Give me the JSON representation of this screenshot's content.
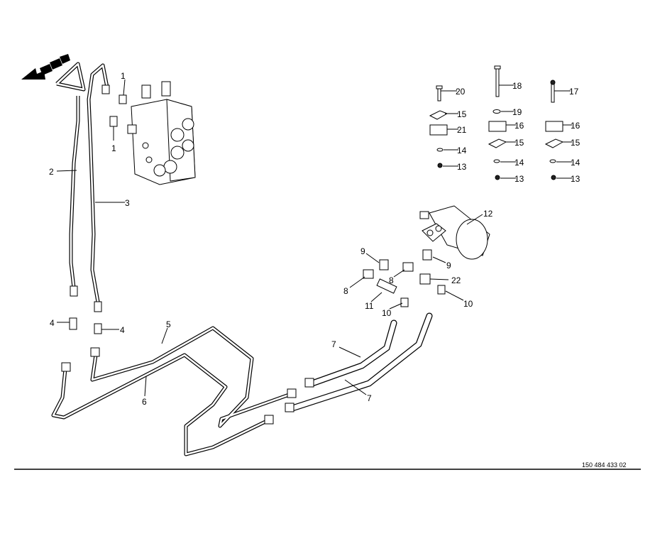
{
  "diagram": {
    "callouts": [
      "1",
      "1",
      "2",
      "3",
      "4",
      "4",
      "5",
      "6",
      "7",
      "7",
      "8",
      "8",
      "9",
      "9",
      "10",
      "10",
      "11",
      "22",
      "12",
      "20",
      "18",
      "17",
      "15",
      "19",
      "21",
      "16",
      "16",
      "15",
      "15",
      "14",
      "14",
      "14",
      "13",
      "13",
      "13"
    ],
    "drawing_number": "150 484 433 02",
    "direction_arrow": "direction-arrow-icon"
  }
}
